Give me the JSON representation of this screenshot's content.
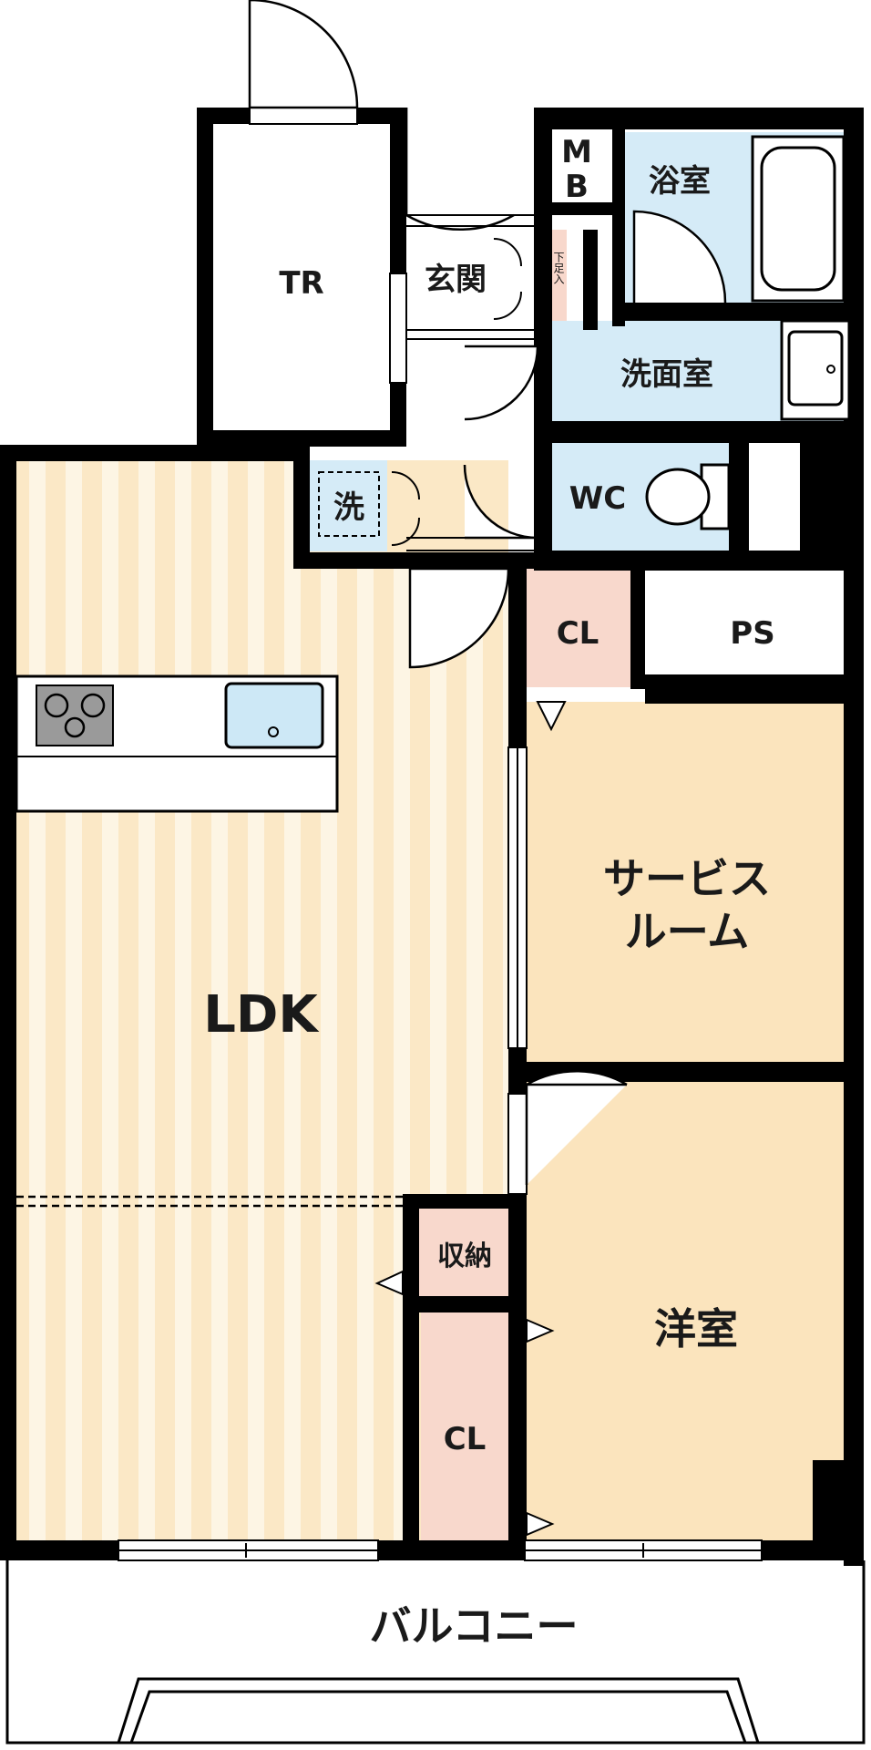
{
  "rooms": {
    "tr": "TR",
    "mb_top": "M",
    "mb_bottom": "B",
    "bath": "浴室",
    "entrance": "玄関",
    "shoe_storage": "下足入",
    "washroom": "洗面室",
    "washer": "洗",
    "wc": "WC",
    "cl_top": "CL",
    "ps": "PS",
    "service_room_line1": "サービス",
    "service_room_line2": "ルーム",
    "ldk": "LDK",
    "storage": "収納",
    "western_room": "洋室",
    "cl_bottom": "CL",
    "balcony": "バルコニー"
  },
  "colors": {
    "wall": "#000000",
    "floor_ldk": "#fbe8c6",
    "floor_ldk_stripe": "#fdf5e4",
    "floor_room": "#fbe4bd",
    "closet": "#f8d8cc",
    "wet_area": "#d5ebf7",
    "stove": "#9a9a9a",
    "sink": "#cde8f6"
  }
}
